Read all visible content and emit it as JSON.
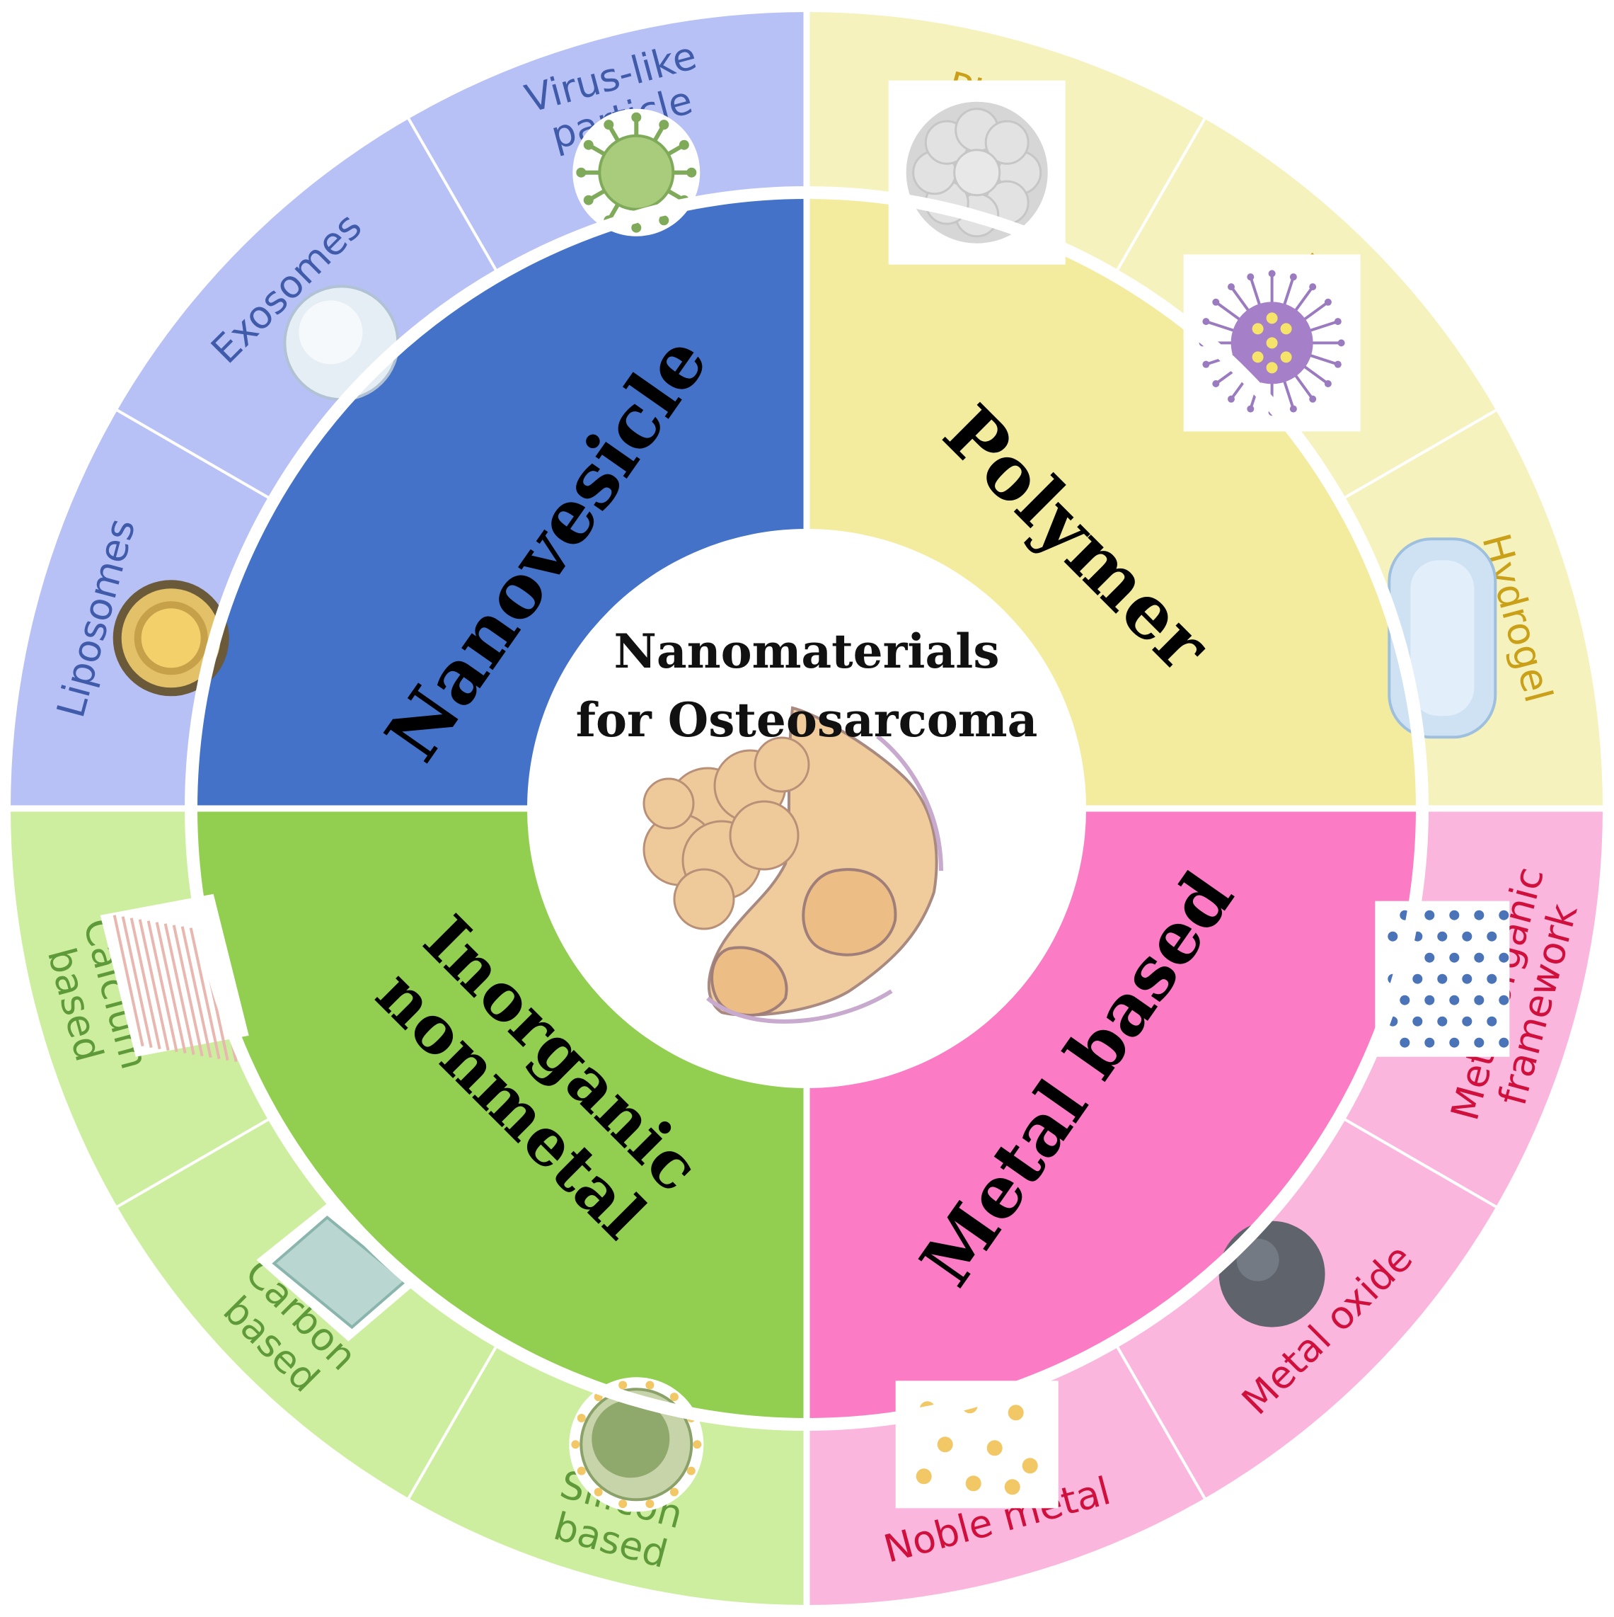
{
  "title_lines": [
    "Nanomaterials",
    "for Osteosarcoma"
  ],
  "categories": [
    {
      "key": "nanovesicle",
      "lines": [
        "Nanovesicle"
      ],
      "inner_color": "#4372c8",
      "outer_color": "#b8c1f6",
      "text_color": "#3f5ba9",
      "items": [
        {
          "lines": [
            "Liposomes"
          ],
          "icon": "liposome-icon"
        },
        {
          "lines": [
            "Exosomes"
          ],
          "icon": "exosome-icon"
        },
        {
          "lines": [
            "Virus-like",
            "particle"
          ],
          "icon": "virus-like-particle-icon"
        }
      ]
    },
    {
      "key": "polymer",
      "lines": [
        "Polymer"
      ],
      "inner_color": "#f3ec9f",
      "outer_color": "#f6f2be",
      "text_color": "#c9a018",
      "items": [
        {
          "lines": [
            "PLGA"
          ],
          "icon": "plga-icon"
        },
        {
          "lines": [
            "PDA"
          ],
          "icon": "pda-icon"
        },
        {
          "lines": [
            "Hydrogel"
          ],
          "icon": "hydrogel-icon"
        }
      ]
    },
    {
      "key": "metal-based",
      "lines": [
        "Metal based"
      ],
      "inner_color": "#fb7bc4",
      "outer_color": "#fbb6de",
      "text_color": "#d0103c",
      "items": [
        {
          "lines": [
            "Metal organic",
            "framework"
          ],
          "icon": "mof-icon"
        },
        {
          "lines": [
            "Metal oxide"
          ],
          "icon": "metal-oxide-icon"
        },
        {
          "lines": [
            "Noble metal"
          ],
          "icon": "noble-metal-icon"
        }
      ]
    },
    {
      "key": "inorganic-nonmetal",
      "lines": [
        "Inorganic",
        "nonmetal"
      ],
      "inner_color": "#92cf50",
      "outer_color": "#cdee9e",
      "text_color": "#5f9a3a",
      "items": [
        {
          "lines": [
            "Silicon",
            "based"
          ],
          "icon": "silicon-icon"
        },
        {
          "lines": [
            "Carbon",
            "based"
          ],
          "icon": "carbon-icon"
        },
        {
          "lines": [
            "Calcium",
            "based"
          ],
          "icon": "calcium-icon"
        }
      ]
    }
  ]
}
